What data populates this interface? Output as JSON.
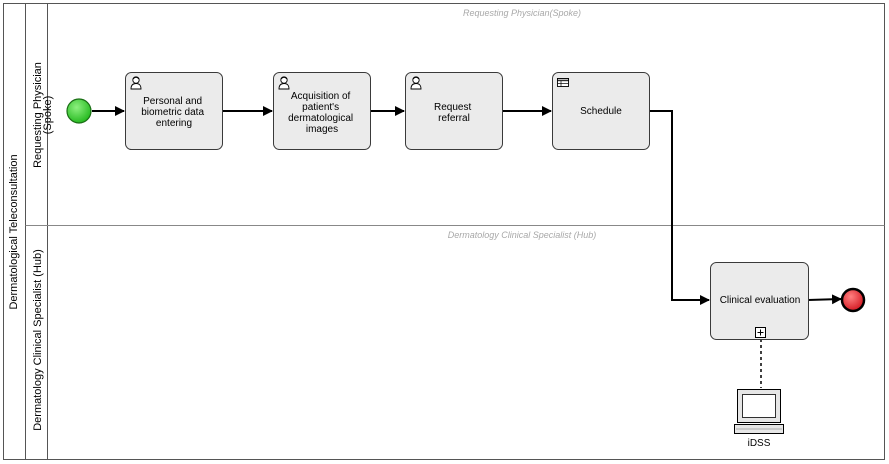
{
  "pool": {
    "label": "Dermatological Teleconsultation"
  },
  "lanes": [
    {
      "label_line1": "Requesting Physician",
      "label_line2": "(Spoke)",
      "watermark": "Requesting Physician(Spoke)"
    },
    {
      "label_line1": "Dermatology Clinical Specialist (Hub)",
      "label_line2": "",
      "watermark": "Dermatology Clinical Specialist (Hub)"
    }
  ],
  "tasks": [
    {
      "id": "t1",
      "type": "user-task",
      "icon": "user-icon",
      "lines": [
        "Personal and",
        "biometric data",
        "entering"
      ]
    },
    {
      "id": "t2",
      "type": "user-task",
      "icon": "user-icon",
      "lines": [
        "Acquisition of",
        "patient's",
        "dermatological",
        "images"
      ]
    },
    {
      "id": "t3",
      "type": "user-task",
      "icon": "user-icon",
      "lines": [
        "Request",
        "referral"
      ]
    },
    {
      "id": "t4",
      "type": "business-rule-task",
      "icon": "table-icon",
      "lines": [
        "Schedule"
      ]
    },
    {
      "id": "t5",
      "type": "subprocess",
      "icon": "collapsed-subprocess-icon",
      "lines": [
        "Clinical evaluation"
      ]
    }
  ],
  "events": {
    "start": {
      "color": "#22c41c"
    },
    "end": {
      "color": "#e3202a"
    }
  },
  "artifact": {
    "label": "iDSS",
    "icon": "computer-icon"
  },
  "colors": {
    "task_fill": "#ebebeb",
    "task_stroke": "#3a3a3a",
    "flow": "#000000"
  }
}
